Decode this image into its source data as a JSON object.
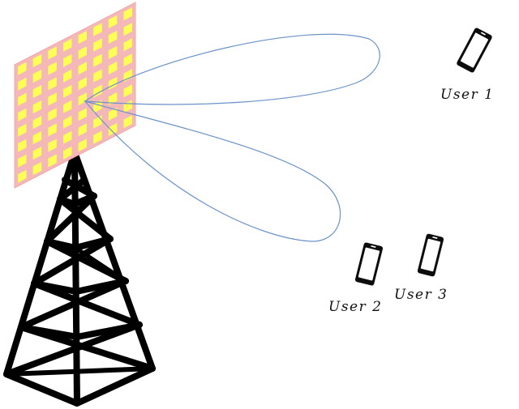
{
  "users": [
    {
      "id": "user-1",
      "label": "User 1"
    },
    {
      "id": "user-2",
      "label": "User 2"
    },
    {
      "id": "user-3",
      "label": "User 3"
    }
  ],
  "colors": {
    "panel_fill": "#f5b8b8",
    "panel_edge": "#f0a8a8",
    "antenna_element": "#ffff55",
    "beam_stroke": "#6d93c9",
    "tower": "#000000",
    "phone_body": "#0d0d0d",
    "phone_screen": "#ffffff"
  },
  "icons": {
    "tower": "lattice-tower-icon",
    "antenna": "antenna-array-icon",
    "phone": "smartphone-icon"
  }
}
